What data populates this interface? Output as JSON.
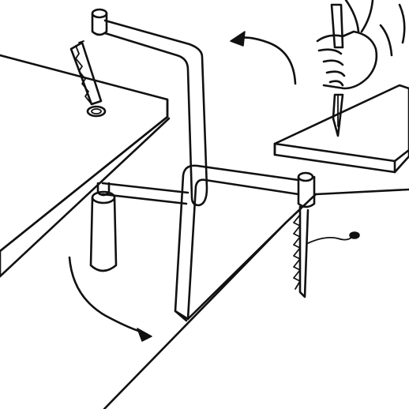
{
  "illustration": {
    "style": "black line drawing on white",
    "colors": {
      "ink": "#111111",
      "paper": "#ffffff"
    },
    "elements": [
      "upper-table",
      "lower-table",
      "right-small-board",
      "swiveling-arm-upper",
      "swiveling-arm-lower",
      "upper-saw-blade",
      "lower-saw-blade",
      "counterweight-cylinder",
      "hand-holding-knife",
      "rotation-arrow-top",
      "rotation-arrow-bottom",
      "spiral-waste-string"
    ]
  }
}
